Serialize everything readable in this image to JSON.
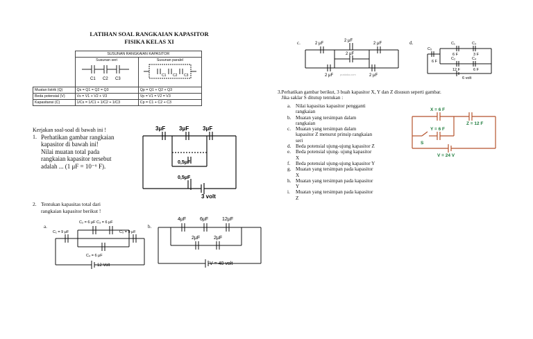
{
  "header": {
    "line1": "LATIHAN SOAL RANGKAIAN KAPASITOR",
    "line2": "FISIKA KELAS XI"
  },
  "table": {
    "title": "SUSUNAN RANGKAIAN KAPASITOR",
    "col_seri": "Susunan seri",
    "col_paralel": "Susunan paralel",
    "caps": [
      "C1",
      "C2",
      "C3"
    ],
    "rows": [
      {
        "label": "Muatan listrik (Q)",
        "seri": "Qs = Q1 = Q2 = Q3",
        "paralel": "Qp = Q1 + Q2 + Q3"
      },
      {
        "label": "Beda potensial (V)",
        "seri": "Vs = V1 + V2 + V3",
        "paralel": "Vp = V1 = V2 = V3"
      },
      {
        "label": "Kapasitansi (C)",
        "seri": "1/Cs = 1/C1 + 1/C2 + 1/C3",
        "paralel": "Cp = C1 + C2 + C3"
      }
    ]
  },
  "intro": "Kerjakan soal-soal di bawah ini !",
  "q1": {
    "num": "1.",
    "lines": [
      "Perhatikan gambar rangkaian",
      "kapasitor di bawah ini!",
      "Nilai muatan total pada",
      "rangkaian kapasitor tersebut",
      "adalah ... (1 μF = 10⁻⁶ F)."
    ]
  },
  "q1_circuit": {
    "c": [
      "3μF",
      "3μF",
      "3μF"
    ],
    "mid": "0,5μF",
    "bot": "0,5μF",
    "v": "3 volt"
  },
  "q2": {
    "num": "2.",
    "lines": [
      "Tentukan kapasitas total dari",
      "rangkaian kapasitor berikut !"
    ]
  },
  "q2a": {
    "label": "a.",
    "c1": "C₁ = 9 μF",
    "c2c3": "C₂ = 6 μF C₃ = 6 μF",
    "c5": "C₅ = 9 μF",
    "c4": "C₄ = 6 μF",
    "v": "12 Volt"
  },
  "q2b": {
    "label": "b.",
    "top": [
      "4μF",
      "6μF",
      "12μF"
    ],
    "mid": [
      "2μF",
      "2μF"
    ],
    "v": "V = 40 volt"
  },
  "q2c": {
    "label": "c.",
    "top": "2 μF",
    "left": "2 μF",
    "right": "2 μF",
    "mid": "2 μF",
    "bl": "2 μF",
    "br": "2 μF",
    "wm": "pustaka.com"
  },
  "q2d": {
    "label": "d.",
    "c1": "C₁",
    "c3": "C₃",
    "c5": "C₅",
    "c2": "C₂",
    "c4": "C₄",
    "v6f": "6 F",
    "v3f": "3 F",
    "v6f2": "6 F",
    "v12f": "12 F",
    "v6f3": "6 F",
    "v": "6 volt"
  },
  "q3": {
    "num": "3.",
    "lines": [
      "Perhatikan gambar berikut, 3 buah kapasitor X, Y dan Z disusun seperti gambar.",
      "Jika saklar S ditutup tentukan :"
    ],
    "items": [
      {
        "k": "a.",
        "t": [
          "Nilai kapasitas kapasitor pengganti",
          "rangkaian"
        ]
      },
      {
        "k": "b.",
        "t": [
          "Muatan yang tersimpan dalam",
          "rangkaian"
        ]
      },
      {
        "k": "c.",
        "t": [
          "Muatan yang tersimpan dalam",
          "kapasitor Z menurut prinsip rangkaian",
          "seri"
        ]
      },
      {
        "k": "d.",
        "t": [
          "Beda potensial ujung-ujung kapasitor Z"
        ]
      },
      {
        "k": "e.",
        "t": [
          "Beda potensial ujung- ujung kapasitor",
          "X"
        ]
      },
      {
        "k": "f.",
        "t": [
          "Beda potensial ujung-ujung kapasitor Y"
        ]
      },
      {
        "k": "g.",
        "t": [
          "Muatan yang tersimpan pada kapasitor",
          "X"
        ]
      },
      {
        "k": "h.",
        "t": [
          "Muatan yang tersimpan pada kapasitor",
          "Y"
        ]
      },
      {
        "k": "i.",
        "t": [
          "Muatan yang tersimpan pada kapasitor",
          "Z"
        ]
      }
    ]
  },
  "q3_circuit": {
    "x": "X = 6 F",
    "y": "Y = 6 F",
    "z": "Z = 12 F",
    "s": "S",
    "v": "V = 24 V",
    "color": "#b5522c",
    "label_color": "#1a7a3a"
  }
}
